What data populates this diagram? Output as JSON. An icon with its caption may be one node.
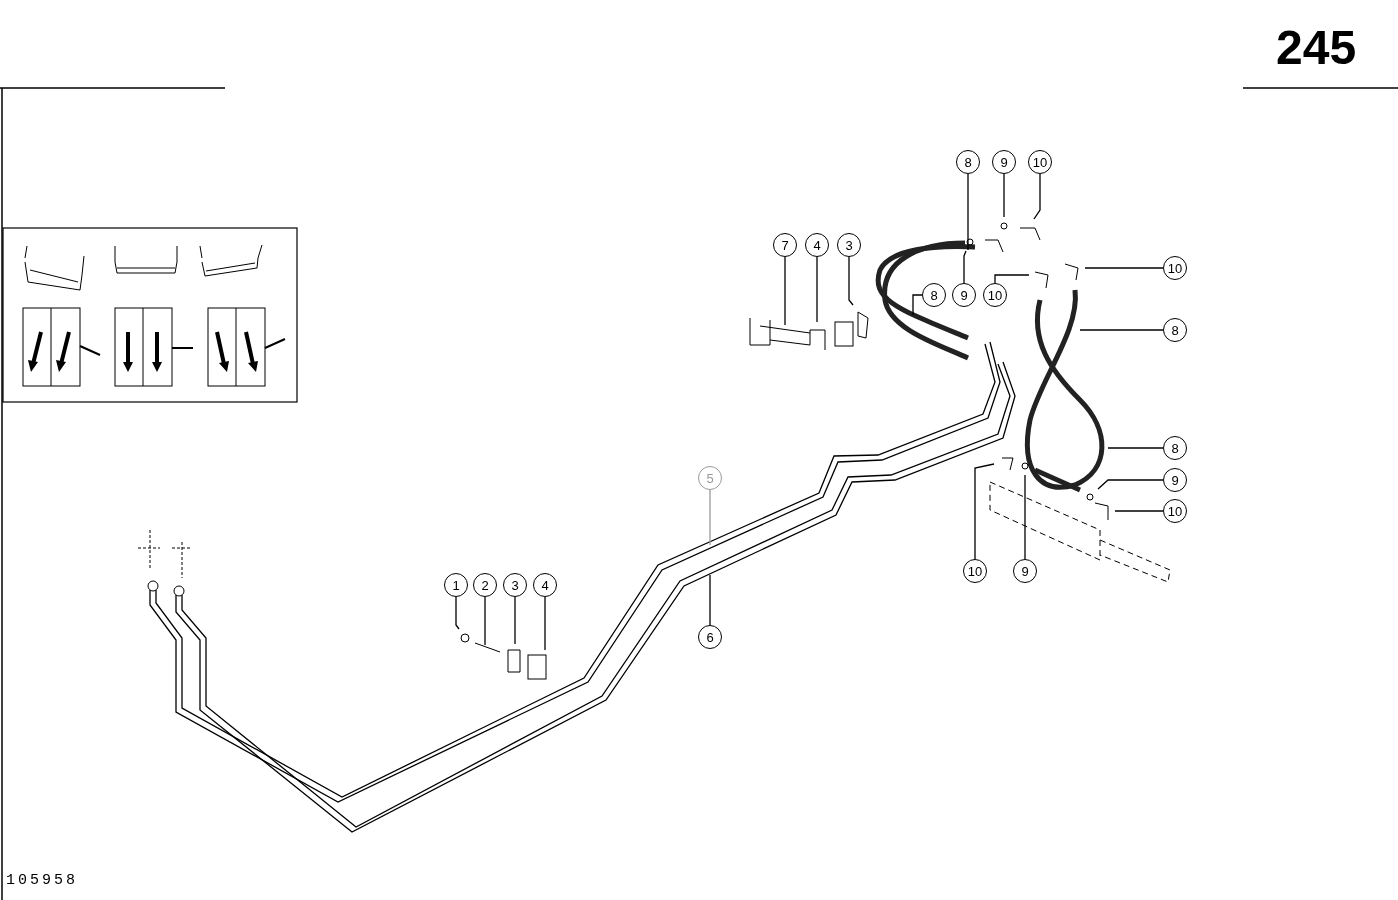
{
  "diagram": {
    "nodes": [
      {
        "text": [
          "8"
        ]
      },
      {
        "text": [
          "9"
        ]
      },
      {
        "text": [
          "10"
        ]
      },
      {
        "text": [
          "7"
        ]
      },
      {
        "text": [
          "4"
        ]
      },
      {
        "text": [
          "3"
        ]
      },
      {
        "text": [
          "10"
        ]
      },
      {
        "text": [
          "8"
        ]
      },
      {
        "text": [
          "9"
        ]
      },
      {
        "text": [
          "10"
        ]
      },
      {
        "text": [
          "8"
        ]
      },
      {
        "text": [
          "8"
        ]
      },
      {
        "text": [
          "9"
        ]
      },
      {
        "text": [
          "5"
        ]
      },
      {
        "text": [
          "10"
        ]
      },
      {
        "text": [
          "10"
        ]
      },
      {
        "text": [
          "9"
        ]
      },
      {
        "text": [
          "1"
        ]
      },
      {
        "text": [
          "2"
        ]
      },
      {
        "text": [
          "3"
        ]
      },
      {
        "text": [
          "4"
        ]
      },
      {
        "text": [
          "6"
        ]
      }
    ],
    "edges": [
      {
        "from": 0,
        "to": null,
        "arrow": "none"
      },
      {
        "from": 1,
        "to": null,
        "arrow": "none"
      },
      {
        "from": 2,
        "to": null,
        "arrow": "none"
      },
      {
        "from": 3,
        "to": null,
        "arrow": "none"
      },
      {
        "from": 4,
        "to": null,
        "arrow": "none"
      },
      {
        "from": 5,
        "to": null,
        "arrow": "none"
      },
      {
        "from": 6,
        "to": null,
        "arrow": "none"
      },
      {
        "from": 7,
        "to": null,
        "arrow": "none"
      },
      {
        "from": 8,
        "to": null,
        "arrow": "none"
      },
      {
        "from": 9,
        "to": null,
        "arrow": "none"
      },
      {
        "from": 10,
        "to": null,
        "arrow": "none"
      },
      {
        "from": 11,
        "to": null,
        "arrow": "none"
      },
      {
        "from": 12,
        "to": null,
        "arrow": "none"
      },
      {
        "from": 13,
        "to": null,
        "arrow": "none",
        "color": "#999999"
      },
      {
        "from": 14,
        "to": null,
        "arrow": "none"
      },
      {
        "from": 15,
        "to": null,
        "arrow": "none"
      },
      {
        "from": 16,
        "to": null,
        "arrow": "none"
      },
      {
        "from": 17,
        "to": null,
        "arrow": "none"
      },
      {
        "from": 18,
        "to": null,
        "arrow": "none"
      },
      {
        "from": 19,
        "to": null,
        "arrow": "none"
      },
      {
        "from": 20,
        "to": null,
        "arrow": "none"
      },
      {
        "from": 21,
        "to": null,
        "arrow": "none"
      }
    ],
    "labels": [
      "245",
      "105958"
    ]
  }
}
